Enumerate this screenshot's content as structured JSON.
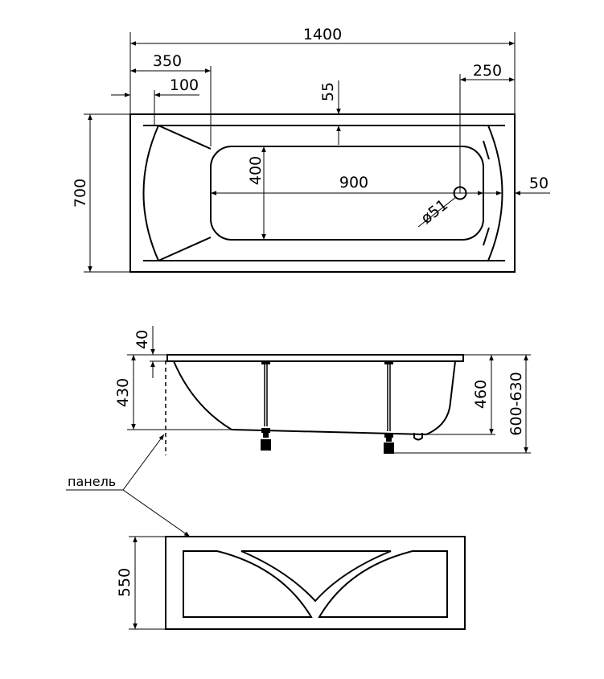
{
  "top_view": {
    "overall_length": "1400",
    "head_end": "350",
    "rim_offset": "100",
    "rim_width": "55",
    "drain_offset": "250",
    "overall_width": "700",
    "bottom_width": "400",
    "bottom_length": "900",
    "drain_diameter": "ø51",
    "side_rim": "50"
  },
  "side_view": {
    "rim_height": "40",
    "depth": "430",
    "depth_at_drain": "460",
    "total_height": "600-630"
  },
  "panel": {
    "label": "панель",
    "height": "550"
  }
}
